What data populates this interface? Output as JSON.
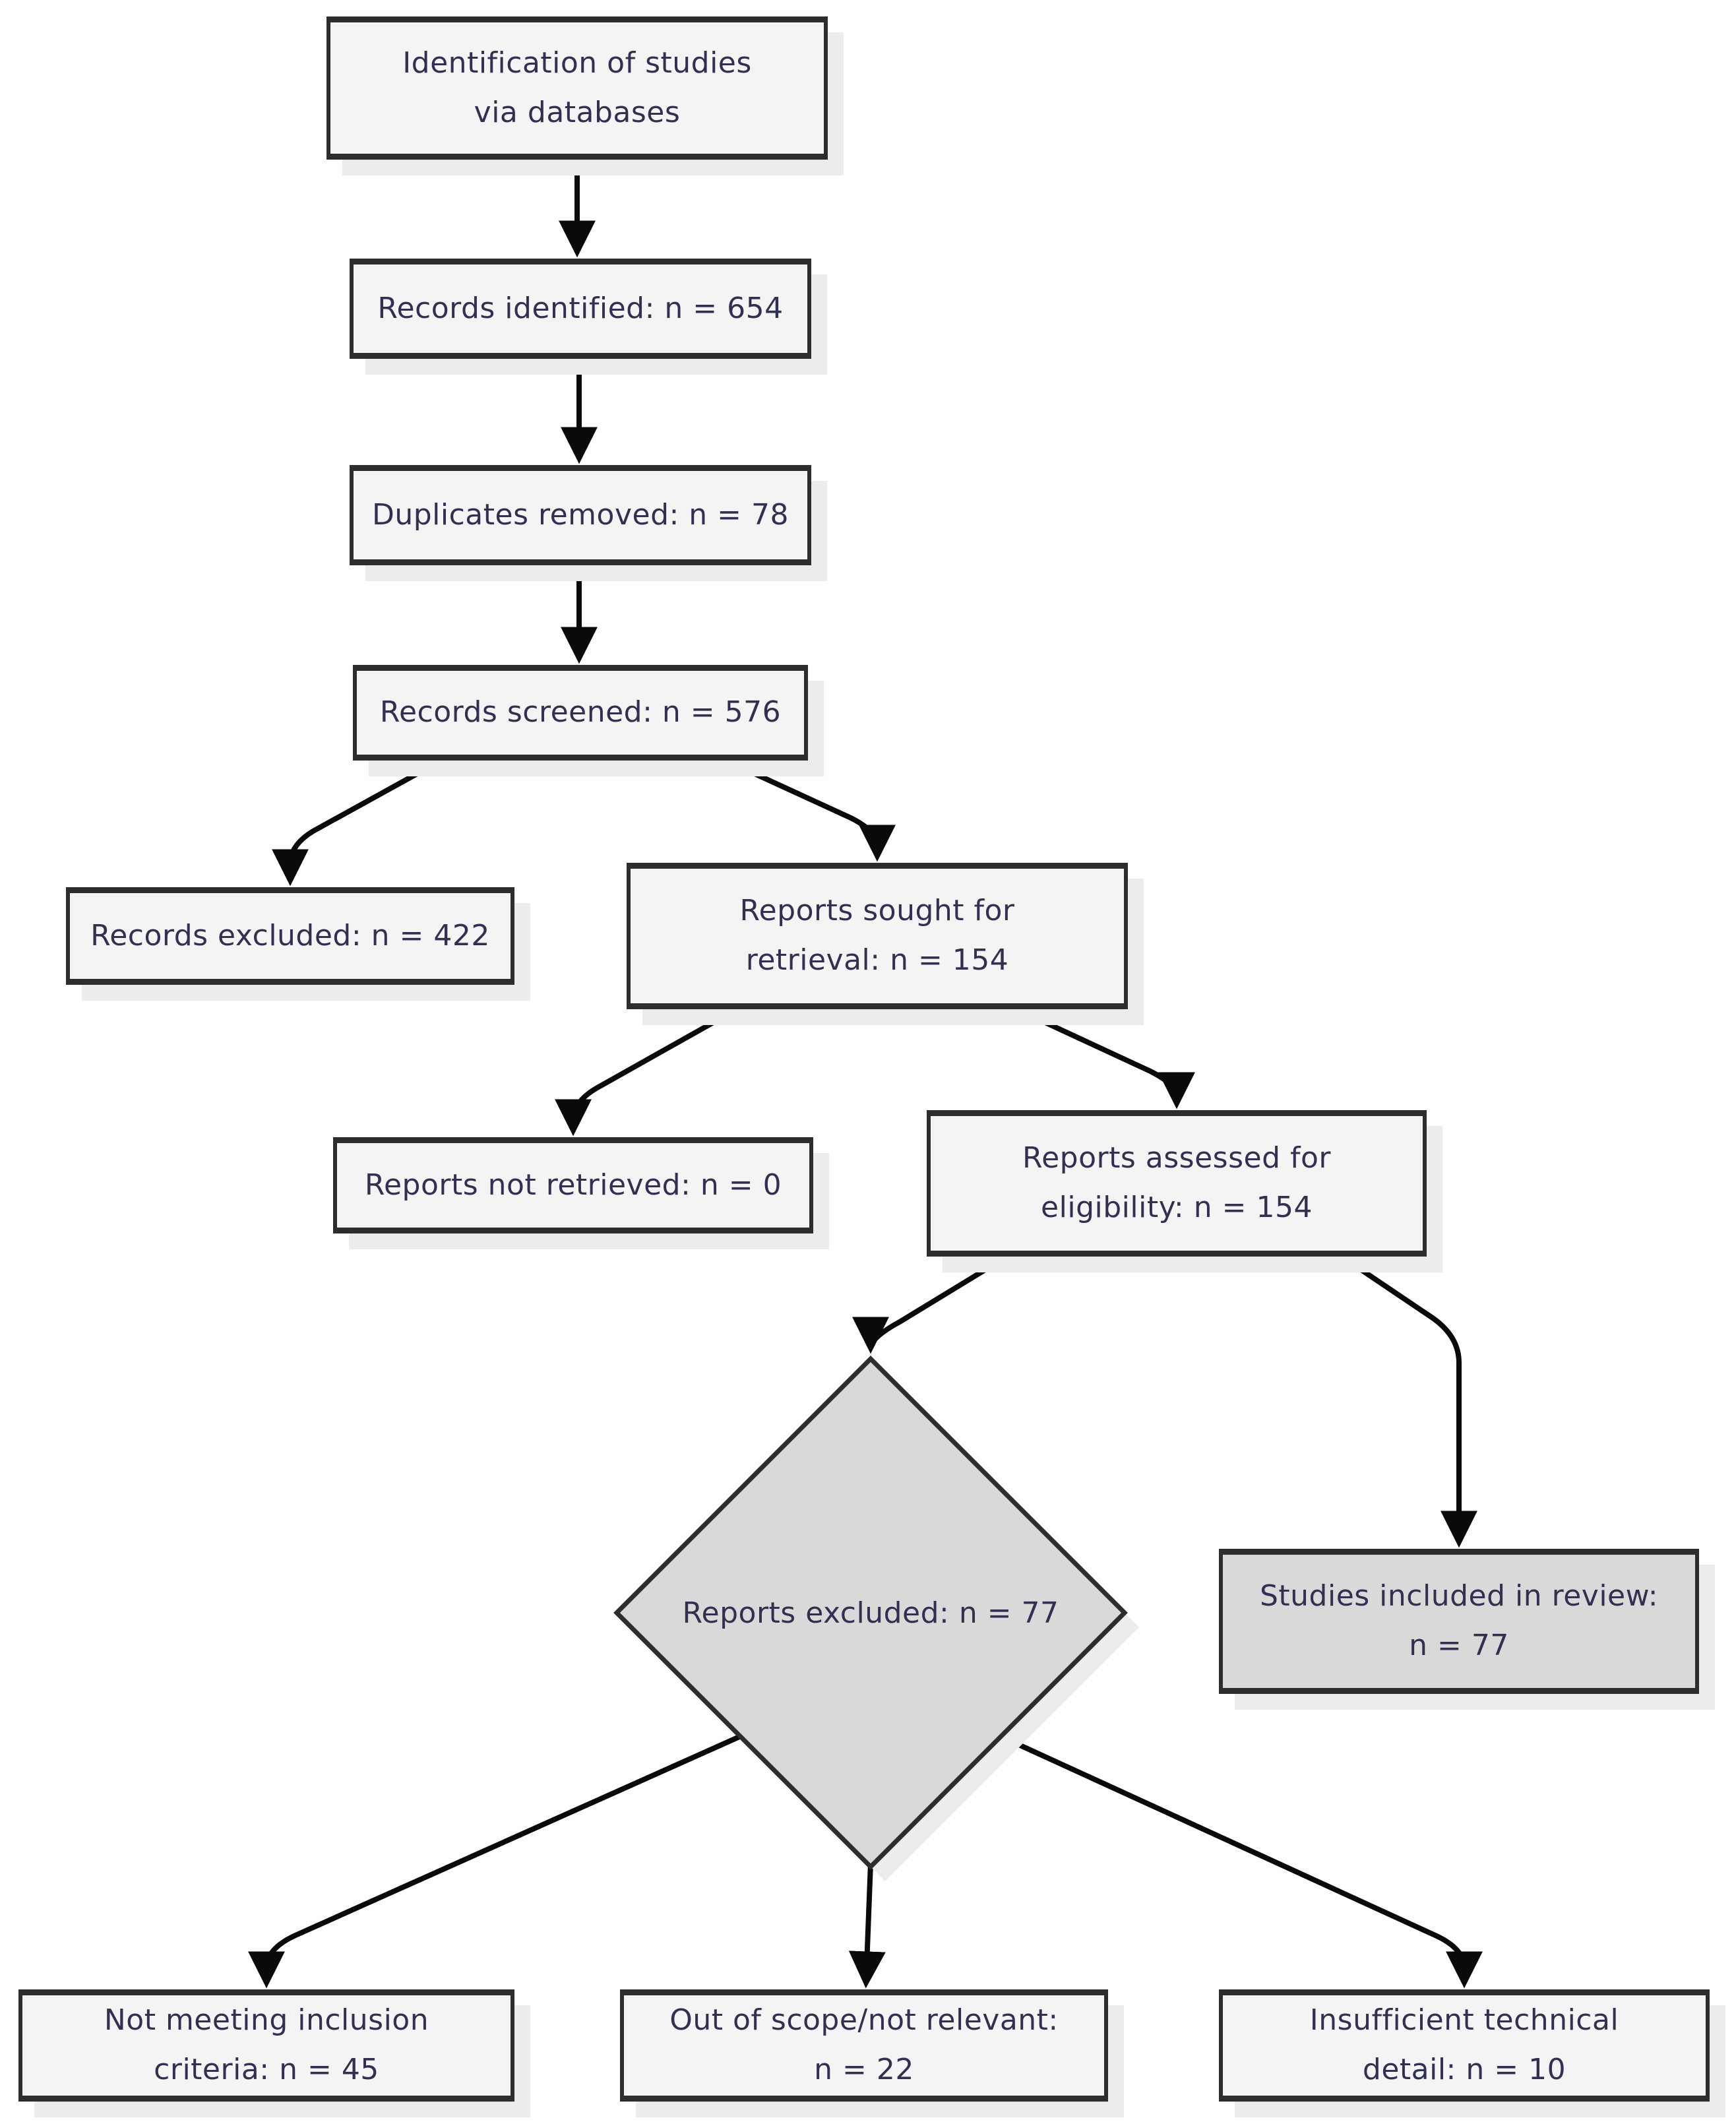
{
  "diagram": {
    "nodes": {
      "identification": {
        "label": "Identification of studies\nvia databases"
      },
      "records_identified": {
        "label": "Records identified: n = 654"
      },
      "duplicates_removed": {
        "label": "Duplicates removed: n = 78"
      },
      "records_screened": {
        "label": "Records screened: n = 576"
      },
      "records_excluded": {
        "label": "Records excluded: n = 422"
      },
      "reports_sought": {
        "label": "Reports sought for\nretrieval: n = 154"
      },
      "reports_not_retrieved": {
        "label": "Reports not retrieved: n = 0"
      },
      "reports_assessed": {
        "label": "Reports assessed for\neligibility: n = 154"
      },
      "reports_excluded_diamond": {
        "label": "Reports excluded: n = 77"
      },
      "studies_included": {
        "label": "Studies included in review:\nn = 77"
      },
      "not_meeting_criteria": {
        "label": "Not meeting inclusion\ncriteria: n = 45"
      },
      "out_of_scope": {
        "label": "Out of scope/not relevant:\nn = 22"
      },
      "insufficient_detail": {
        "label": "Insufficient technical\ndetail: n = 10"
      }
    },
    "colors": {
      "box_fill": "#f4f4f4",
      "box_fill_emphasis": "#d9d9d9",
      "box_border": "#2d2d2d",
      "text": "#323050",
      "arrow": "#0a0a0a",
      "shadow": "#ececec"
    }
  }
}
